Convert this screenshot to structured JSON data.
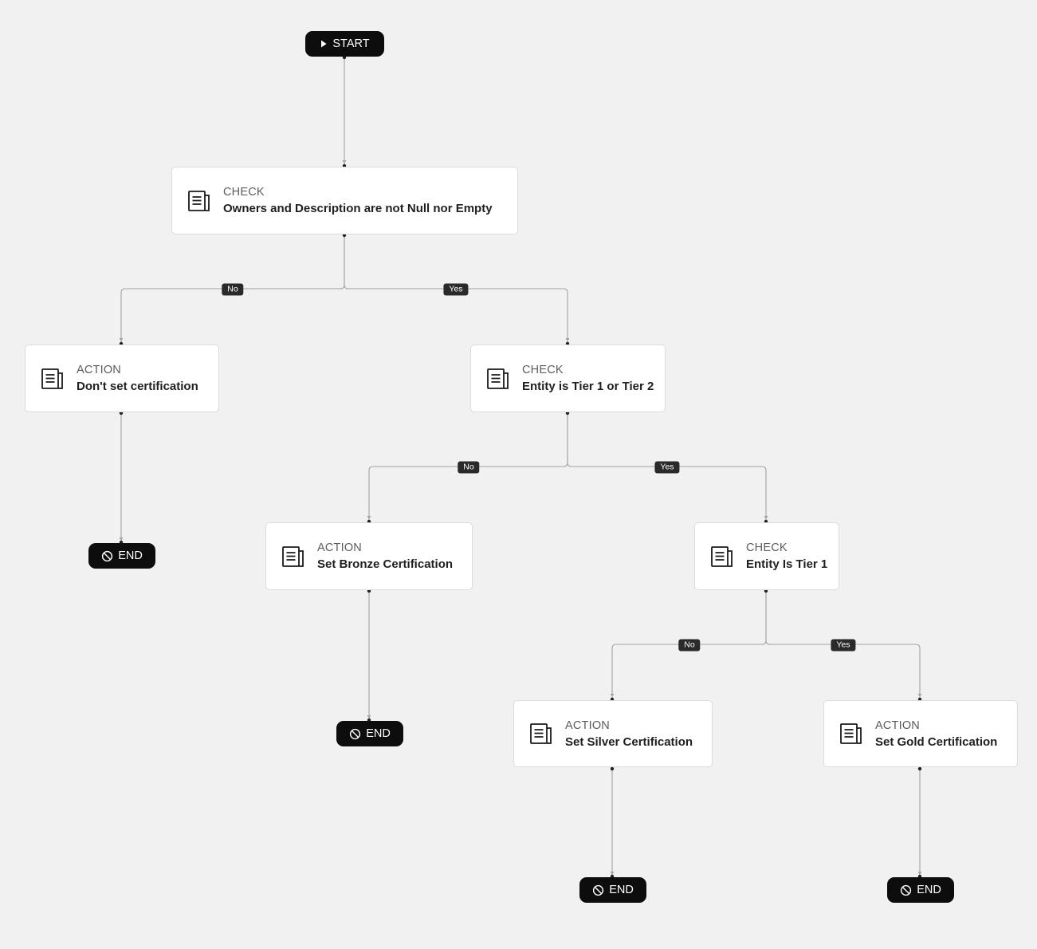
{
  "start": {
    "label": "START",
    "icon": "play-icon"
  },
  "end_label": "END",
  "end_icon": "ban-icon",
  "node_icon": "document-icon",
  "nodes": {
    "check_1": {
      "kind": "CHECK",
      "title": "Owners and Description are not Null nor Empty"
    },
    "action_no_cert": {
      "kind": "ACTION",
      "title": "Don't set certification"
    },
    "check_2": {
      "kind": "CHECK",
      "title": "Entity is Tier 1 or Tier 2"
    },
    "action_bronze": {
      "kind": "ACTION",
      "title": "Set Bronze Certification"
    },
    "check_3": {
      "kind": "CHECK",
      "title": "Entity Is Tier 1"
    },
    "action_silver": {
      "kind": "ACTION",
      "title": "Set Silver Certification"
    },
    "action_gold": {
      "kind": "ACTION",
      "title": "Set Gold Certification"
    }
  },
  "edge_labels": {
    "no": "No",
    "yes": "Yes"
  },
  "colors": {
    "background": "#f1f1f1",
    "terminal": "#0d0d0d",
    "edge": "#9a9a9a",
    "label_bg": "#2a2a2a"
  }
}
